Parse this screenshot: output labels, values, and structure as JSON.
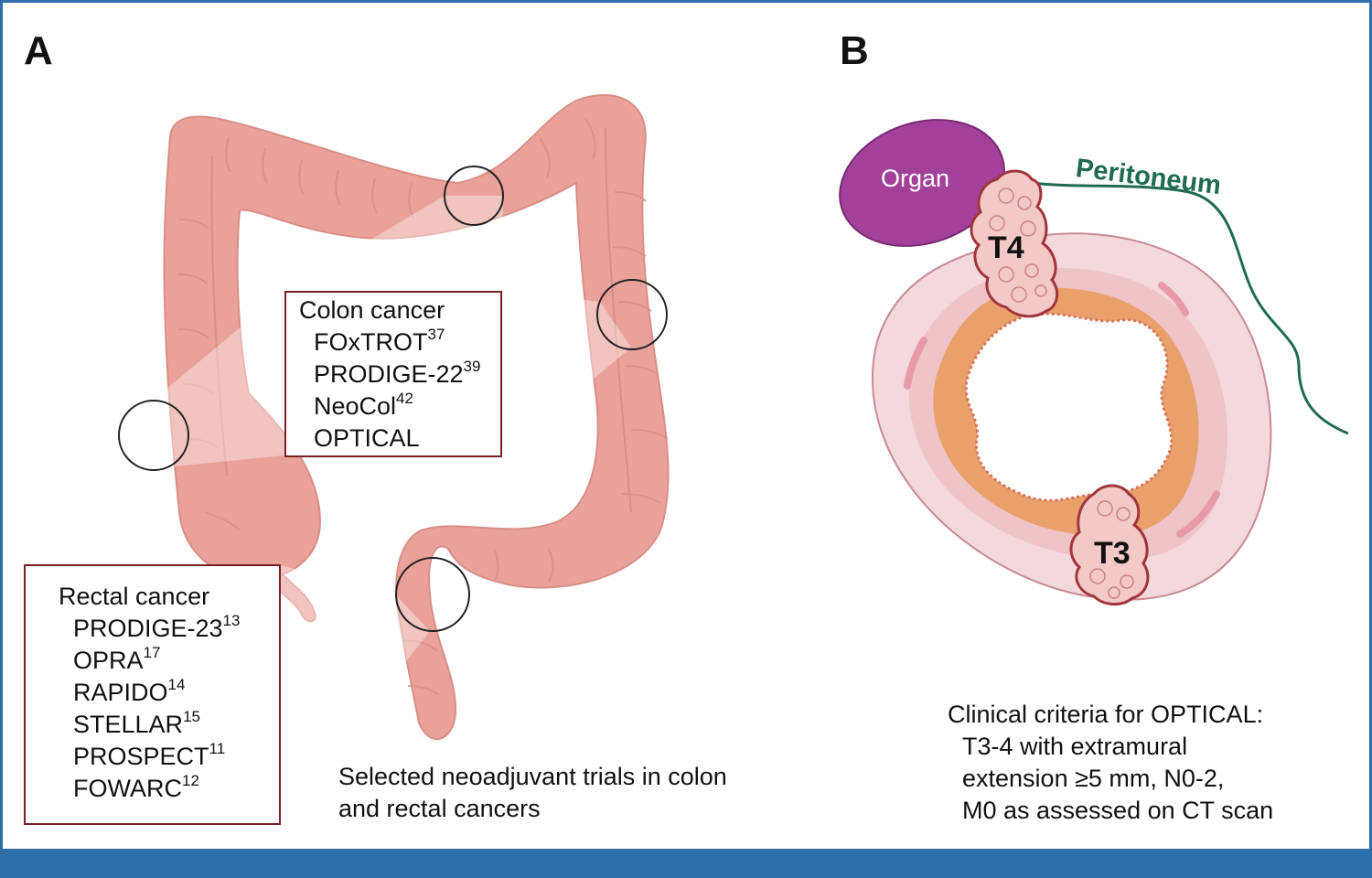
{
  "panel_a": {
    "letter": "A",
    "colon_box": {
      "heading": "Colon cancer",
      "trials": [
        {
          "name": "FOxTROT",
          "ref": "37"
        },
        {
          "name": "PRODIGE-22",
          "ref": "39"
        },
        {
          "name": "NeoCol",
          "ref": "42"
        },
        {
          "name": "OPTICAL",
          "ref": ""
        }
      ]
    },
    "rectal_box": {
      "heading": "Rectal cancer",
      "trials": [
        {
          "name": "PRODIGE-23",
          "ref": "13"
        },
        {
          "name": "OPRA",
          "ref": "17"
        },
        {
          "name": "RAPIDO",
          "ref": "14"
        },
        {
          "name": "STELLAR",
          "ref": "15"
        },
        {
          "name": "PROSPECT",
          "ref": "11"
        },
        {
          "name": "FOWARC",
          "ref": "12"
        }
      ]
    },
    "caption": [
      "Selected neoadjuvant trials in colon",
      "and rectal cancers"
    ]
  },
  "panel_b": {
    "letter": "B",
    "organ_label": "Organ",
    "peritoneum_label": "Peritoneum",
    "t4_label": "T4",
    "t3_label": "T3",
    "criteria": [
      "Clinical criteria for OPTICAL:",
      "T3-4 with extramural",
      "extension ≥5 mm, N0-2,",
      "M0 as assessed on CT scan"
    ]
  },
  "colors": {
    "frame": "#2f6fa8",
    "box_border": "#7a1f23",
    "colon": "#e9a19a",
    "organ": "#a3409a",
    "peritoneum": "#1f6b4f",
    "muscularis": "#e9a06b"
  }
}
